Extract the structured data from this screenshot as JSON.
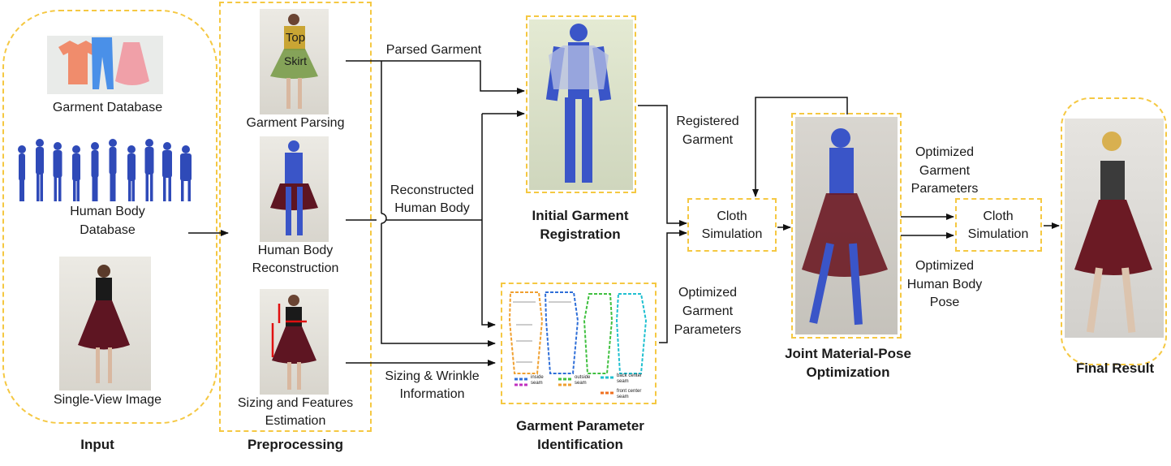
{
  "input": {
    "garment_database": "Garment Database",
    "human_body_database_line1": "Human Body",
    "human_body_database_line2": "Database",
    "single_view_image": "Single-View Image",
    "title": "Input"
  },
  "preprocessing": {
    "garment_parsing": "Garment Parsing",
    "top_tag": "Top",
    "skirt_tag": "Skirt",
    "body_reconstruction_line1": "Human Body",
    "body_reconstruction_line2": "Reconstruction",
    "sizing_line1": "Sizing and Features",
    "sizing_line2": "Estimation",
    "title": "Preprocessing"
  },
  "edges": {
    "parsed_garment": "Parsed Garment",
    "reconstructed_line1": "Reconstructed",
    "reconstructed_line2": "Human Body",
    "sizing_wrinkle_line1": "Sizing & Wrinkle",
    "sizing_wrinkle_line2": "Information",
    "registered_line1": "Registered",
    "registered_line2": "Garment",
    "opt_params_line1": "Optimized",
    "opt_params_line2": "Garment",
    "opt_params_line3": "Parameters",
    "opt_garment_line1": "Optimized",
    "opt_garment_line2": "Garment",
    "opt_garment_line3": "Parameters",
    "opt_pose_line1": "Optimized",
    "opt_pose_line2": "Human Body",
    "opt_pose_line3": "Pose"
  },
  "registration": {
    "title_line1": "Initial Garment",
    "title_line2": "Registration"
  },
  "identification": {
    "title_line1": "Garment Parameter",
    "title_line2": "Identification",
    "legend": [
      "inside seam",
      "outside seam",
      "back center seam",
      "front center seam"
    ]
  },
  "cloth_sim_1": {
    "line1": "Cloth",
    "line2": "Simulation"
  },
  "cloth_sim_2": {
    "line1": "Cloth",
    "line2": "Simulation"
  },
  "joint_optimization": {
    "title_line1": "Joint Material-Pose",
    "title_line2": "Optimization"
  },
  "final": {
    "title": "Final Result"
  },
  "colors": {
    "dashed_border": "#f5c842",
    "body_blue": "#3a55c8",
    "skirt_red": "#6b1a24",
    "shirt_salmon": "#f08c6c",
    "pants_blue": "#4a90e8",
    "skirt_pink": "#f0a0a8"
  }
}
